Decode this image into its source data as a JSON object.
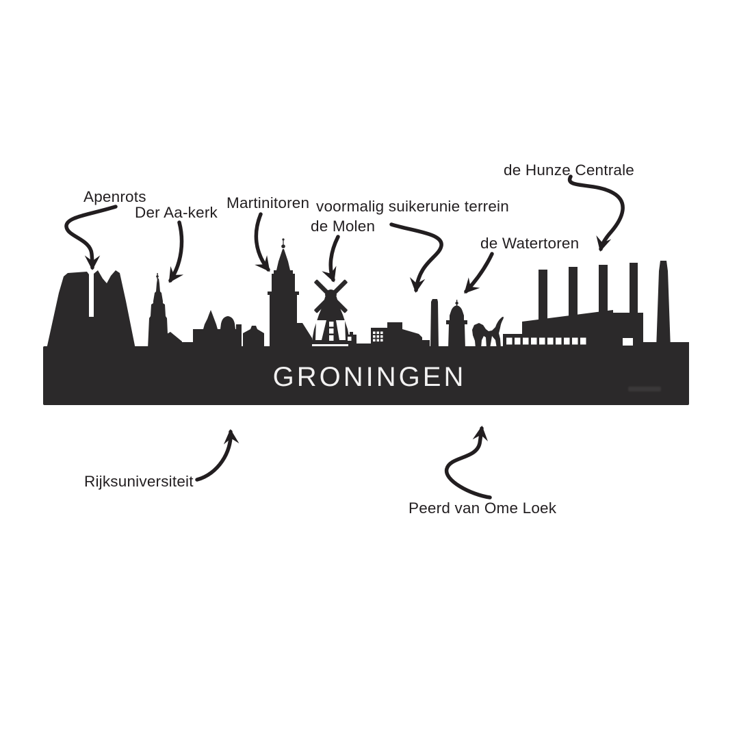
{
  "colors": {
    "background": "#ffffff",
    "silhouette": "#2b292a",
    "ink": "#221e20",
    "title_text": "#f2f1f1"
  },
  "title": "GRONINGEN",
  "labels": {
    "apenrots": "Apenrots",
    "der_aa_kerk": "Der Aa-kerk",
    "martinitoren": "Martinitoren",
    "suikerunie": "voormalig suikerunie terrein",
    "de_molen": "de Molen",
    "de_watertoren": "de Watertoren",
    "de_hunze_centrale": "de Hunze Centrale",
    "rijksuniversiteit": "Rijksuniversiteit",
    "peerd_van_ome_loek": "Peerd van Ome Loek"
  }
}
